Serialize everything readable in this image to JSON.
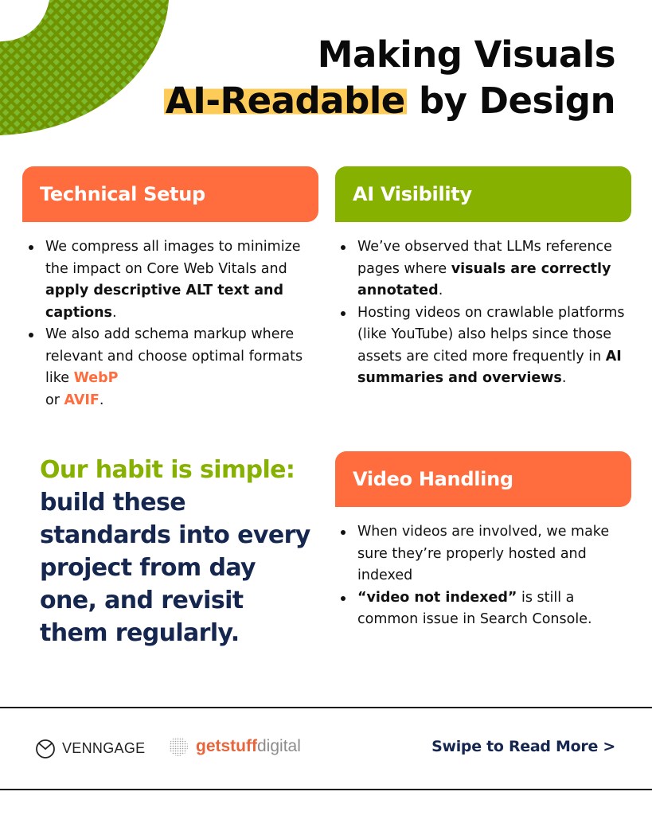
{
  "title": {
    "line1": "Making Visuals",
    "line2_highlight": "AI-Readable",
    "line2_rest": " by Design"
  },
  "colors": {
    "orange": "#ff6c3e",
    "green": "#86b100",
    "navy": "#15264f",
    "highlight_yellow": "#fdcb57"
  },
  "sections": {
    "technical": {
      "header": "Technical Setup",
      "bullets": [
        {
          "t1": "We compress all images to minimize the impact on Core Web Vitals and ",
          "b1": "apply descriptive ALT text and captions",
          "t2": "."
        },
        {
          "t1": "We also add schema markup where relevant and choose optimal formats like ",
          "a1": "WebP",
          "t2": " or ",
          "a2": "AVIF",
          "t3": "."
        }
      ]
    },
    "ai_visibility": {
      "header": "AI Visibility",
      "bullets": [
        {
          "t1": "We’ve observed that LLMs reference pages where ",
          "b1": "visuals are correctly annotated",
          "t2": "."
        },
        {
          "t1": "Hosting videos on crawlable platforms (like YouTube) also helps since those assets are cited more frequently in ",
          "b1": "AI summaries and overviews",
          "t2": "."
        }
      ]
    },
    "video": {
      "header": "Video Handling",
      "bullets": [
        {
          "t1": "When videos are involved, we make sure they’re properly hosted and indexed"
        },
        {
          "b1": "“video not indexed”",
          "t1": " is still a common issue in Search Console."
        }
      ]
    }
  },
  "habit": {
    "lead": "Our habit is simple:",
    "rest": " build these standards into every project from day one, and revisit them regularly."
  },
  "footer": {
    "logo1": "VENNGAGE",
    "logo2_bold": "getstuff",
    "logo2_light": "digital",
    "cta": "Swipe to Read More >"
  }
}
